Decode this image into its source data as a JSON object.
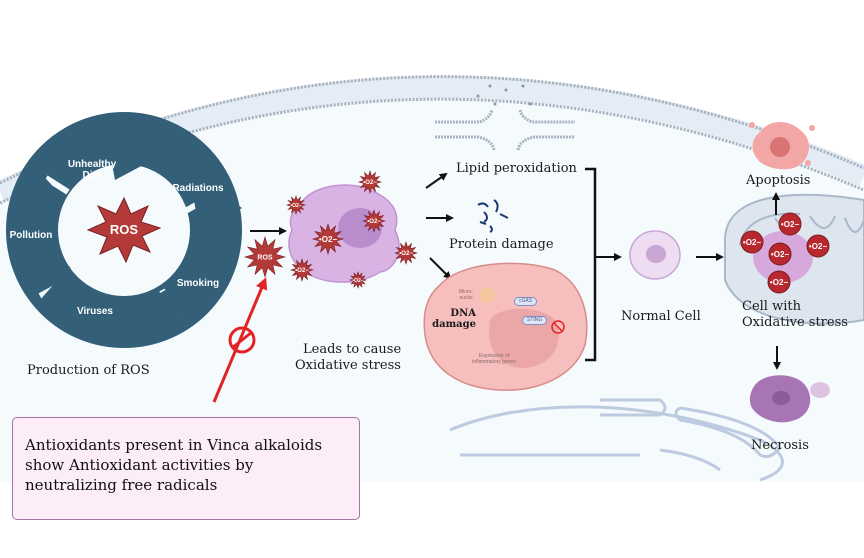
{
  "colors": {
    "background_panel": "#f5fafd",
    "membrane": "#a9b4c0",
    "cycle_arrow": "#335f78",
    "ros_star": "#b43a3a",
    "cell_purple": "#d4a9dd",
    "damaged_cell_pink": "#f3b5b3",
    "inhibit_red": "#e32323",
    "note_fill": "#fcedf6",
    "note_border": "#a672a8"
  },
  "production_cycle": {
    "center_label": "ROS",
    "sources": [
      "Unhealthy Diet",
      "Radiations",
      "Smoking",
      "Viruses",
      "Pollution"
    ],
    "caption": "Production of ROS"
  },
  "stress_cell": {
    "ros_label": "ROS",
    "radical_label": "•O2−",
    "caption_line1": "Leads to cause",
    "caption_line2": "Oxidative stress"
  },
  "damages": {
    "lipid": "Lipid peroxidation",
    "protein": "Protein damage",
    "dna_line1": "DNA",
    "dna_line2": "damage",
    "micronuclei": "Micro-\nnuclei",
    "cgas": "cGAS",
    "sting": "STING",
    "expression": "Expression of\ninflammatory genes"
  },
  "outcomes": {
    "normal_cell": "Normal Cell",
    "apoptosis": "Apoptosis",
    "oxidative_cell_line1": "Cell with",
    "oxidative_cell_line2": "Oxidative stress",
    "necrosis": "Necrosis"
  },
  "note": {
    "text": "Antioxidants present in Vinca alkaloids\nshow Antioxidant activities by\nneutralizing free radicals"
  }
}
